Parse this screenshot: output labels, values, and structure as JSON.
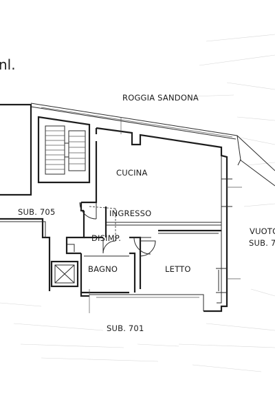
{
  "page": {
    "corner_text": "nl."
  },
  "labels": {
    "roggia": "ROGGIA SANDONA",
    "cucina": "CUCINA",
    "sub705": "SUB. 705",
    "ingresso": "INGRESSO",
    "disimp": "DISIMP.",
    "bagno": "BAGNO",
    "letto": "LETTO",
    "vuoto": "VUOTO",
    "sub_right": "SUB. 7",
    "sub701": "SUB. 701"
  },
  "colors": {
    "ink": "#1c1c1c",
    "paper": "#ffffff",
    "texture": "#d6d6d6"
  }
}
